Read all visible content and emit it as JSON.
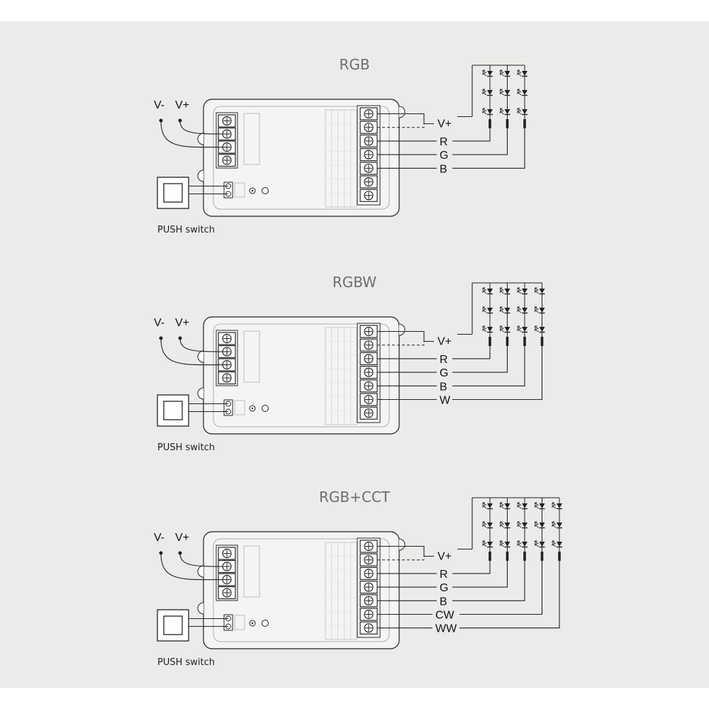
{
  "diagrams": [
    {
      "title": "RGB",
      "input_labels": [
        "V-",
        "V+"
      ],
      "switch_label": "PUSH switch",
      "output_labels": [
        "V+",
        "R",
        "G",
        "B"
      ],
      "led_columns": 3,
      "led_rows": 3
    },
    {
      "title": "RGBW",
      "input_labels": [
        "V-",
        "V+"
      ],
      "switch_label": "PUSH switch",
      "output_labels": [
        "V+",
        "R",
        "G",
        "B",
        "W"
      ],
      "led_columns": 4,
      "led_rows": 3
    },
    {
      "title": "RGB+CCT",
      "input_labels": [
        "V-",
        "V+"
      ],
      "switch_label": "PUSH switch",
      "output_labels": [
        "V+",
        "R",
        "G",
        "B",
        "CW",
        "WW"
      ],
      "led_columns": 5,
      "led_rows": 3
    }
  ],
  "colors": {
    "background": "#ecebe9",
    "page": "#ffffff",
    "line": "#222222",
    "device": "#f4f4f3"
  }
}
